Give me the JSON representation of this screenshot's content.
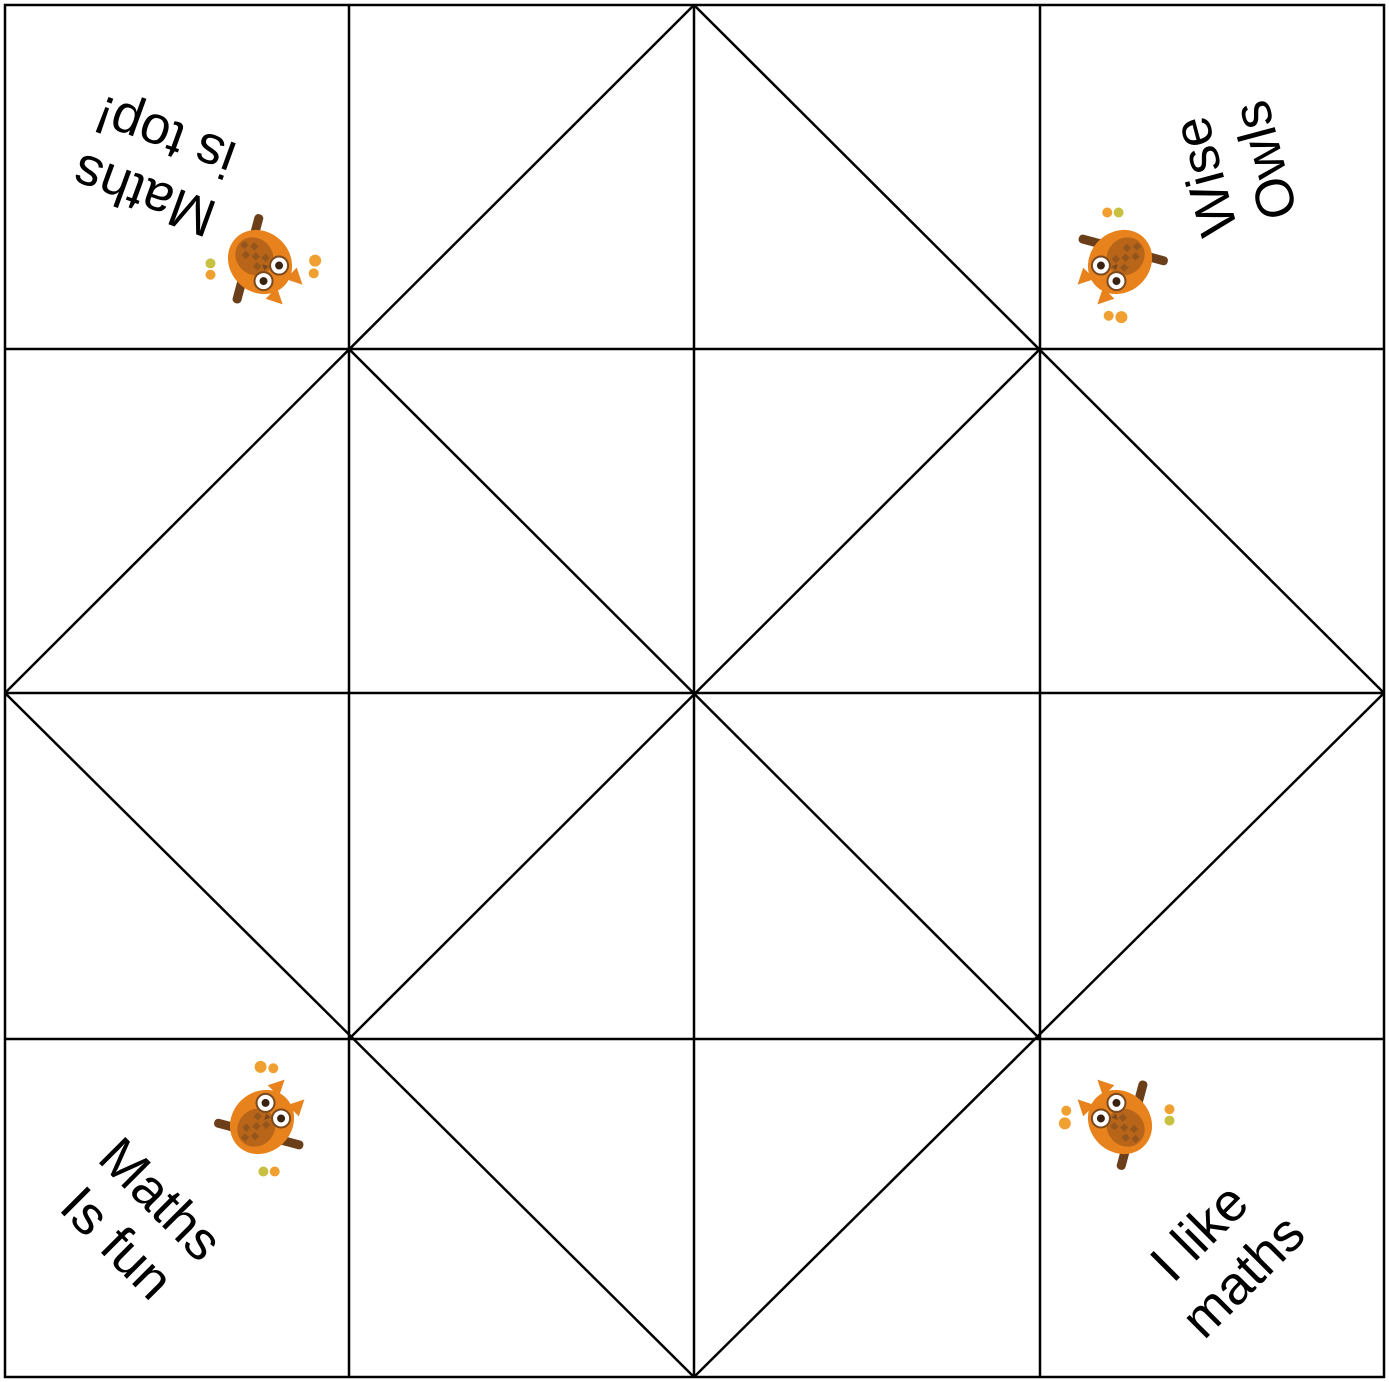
{
  "corners": {
    "top_left": {
      "line1": "Maths",
      "line2": "is top!",
      "icon": "owl-icon"
    },
    "top_right": {
      "line1": "Wise",
      "line2": "Owls",
      "icon": "owl-icon"
    },
    "bottom_left": {
      "line1": "Maths",
      "line2": "Is fun",
      "icon": "owl-icon"
    },
    "bottom_right": {
      "line1": "I like",
      "line2": "maths",
      "icon": "owl-icon"
    }
  },
  "colors": {
    "lines": "#000000",
    "owl_orange": "#e8821c",
    "owl_brown": "#7a4a1e"
  }
}
